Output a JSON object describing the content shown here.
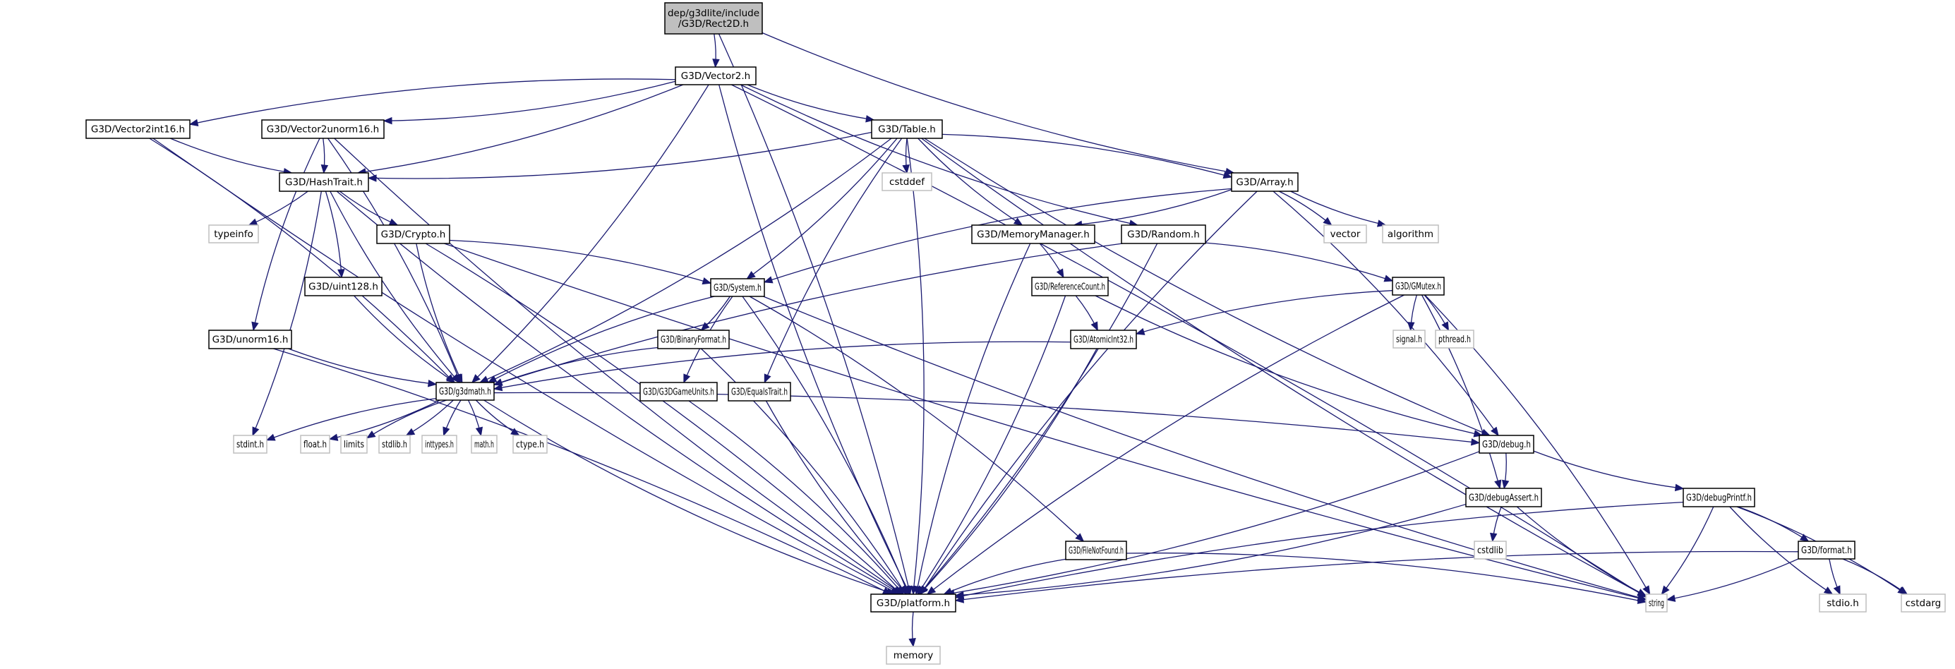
{
  "title": "dep/g3dlite/include/G3D/Rect2D.h include dependency graph",
  "colors": {
    "edge": "#191970",
    "root_fill": "#bfbfbf",
    "root_border": "#000000",
    "local_border": "#000000",
    "system_border": "#bfbfbf",
    "node_fill": "#ffffff"
  },
  "nodes": [
    {
      "id": "rect2d",
      "label": [
        "dep/g3dlite/include",
        "/G3D/Rect2D.h"
      ],
      "kind": "root"
    },
    {
      "id": "vector2",
      "label": [
        "G3D/Vector2.h"
      ],
      "kind": "local"
    },
    {
      "id": "vector2int16",
      "label": [
        "G3D/Vector2int16.h"
      ],
      "kind": "local"
    },
    {
      "id": "vector2unorm16",
      "label": [
        "G3D/Vector2unorm16.h"
      ],
      "kind": "local"
    },
    {
      "id": "table",
      "label": [
        "G3D/Table.h"
      ],
      "kind": "local"
    },
    {
      "id": "hashtrait",
      "label": [
        "G3D/HashTrait.h"
      ],
      "kind": "local"
    },
    {
      "id": "cstddef",
      "label": [
        "cstddef"
      ],
      "kind": "system"
    },
    {
      "id": "array",
      "label": [
        "G3D/Array.h"
      ],
      "kind": "local"
    },
    {
      "id": "typeinfo",
      "label": [
        "typeinfo"
      ],
      "kind": "system"
    },
    {
      "id": "crypto",
      "label": [
        "G3D/Crypto.h"
      ],
      "kind": "local"
    },
    {
      "id": "memorymanager",
      "label": [
        "G3D/MemoryManager.h"
      ],
      "kind": "local"
    },
    {
      "id": "random",
      "label": [
        "G3D/Random.h"
      ],
      "kind": "local"
    },
    {
      "id": "vector",
      "label": [
        "vector"
      ],
      "kind": "system"
    },
    {
      "id": "algorithm",
      "label": [
        "algorithm"
      ],
      "kind": "system"
    },
    {
      "id": "uint128",
      "label": [
        "G3D/uint128.h"
      ],
      "kind": "local"
    },
    {
      "id": "system",
      "label": [
        "G3D/System.h"
      ],
      "kind": "local"
    },
    {
      "id": "referencecount",
      "label": [
        "G3D/ReferenceCount.h"
      ],
      "kind": "local"
    },
    {
      "id": "gmutex",
      "label": [
        "G3D/GMutex.h"
      ],
      "kind": "local"
    },
    {
      "id": "unorm16",
      "label": [
        "G3D/unorm16.h"
      ],
      "kind": "local"
    },
    {
      "id": "binaryformat",
      "label": [
        "G3D/BinaryFormat.h"
      ],
      "kind": "local"
    },
    {
      "id": "atomicint32",
      "label": [
        "G3D/AtomicInt32.h"
      ],
      "kind": "local"
    },
    {
      "id": "signal",
      "label": [
        "signal.h"
      ],
      "kind": "system"
    },
    {
      "id": "pthread",
      "label": [
        "pthread.h"
      ],
      "kind": "system"
    },
    {
      "id": "g3dmath",
      "label": [
        "G3D/g3dmath.h"
      ],
      "kind": "local"
    },
    {
      "id": "g3dgameunits",
      "label": [
        "G3D/G3DGameUnits.h"
      ],
      "kind": "local"
    },
    {
      "id": "equalstrait",
      "label": [
        "G3D/EqualsTrait.h"
      ],
      "kind": "local"
    },
    {
      "id": "stdint",
      "label": [
        "stdint.h"
      ],
      "kind": "system"
    },
    {
      "id": "float",
      "label": [
        "float.h"
      ],
      "kind": "system"
    },
    {
      "id": "limits",
      "label": [
        "limits"
      ],
      "kind": "system"
    },
    {
      "id": "stdlib",
      "label": [
        "stdlib.h"
      ],
      "kind": "system"
    },
    {
      "id": "inttypes",
      "label": [
        "inttypes.h"
      ],
      "kind": "system"
    },
    {
      "id": "math",
      "label": [
        "math.h"
      ],
      "kind": "system"
    },
    {
      "id": "ctype",
      "label": [
        "ctype.h"
      ],
      "kind": "system"
    },
    {
      "id": "debug",
      "label": [
        "G3D/debug.h"
      ],
      "kind": "local"
    },
    {
      "id": "debugassert",
      "label": [
        "G3D/debugAssert.h"
      ],
      "kind": "local"
    },
    {
      "id": "debugprintf",
      "label": [
        "G3D/debugPrintf.h"
      ],
      "kind": "local"
    },
    {
      "id": "cstdlib",
      "label": [
        "cstdlib"
      ],
      "kind": "system"
    },
    {
      "id": "filenotfound",
      "label": [
        "G3D/FileNotFound.h"
      ],
      "kind": "local"
    },
    {
      "id": "format",
      "label": [
        "G3D/format.h"
      ],
      "kind": "local"
    },
    {
      "id": "platform",
      "label": [
        "G3D/platform.h"
      ],
      "kind": "local"
    },
    {
      "id": "string",
      "label": [
        "string"
      ],
      "kind": "system"
    },
    {
      "id": "stdio",
      "label": [
        "stdio.h"
      ],
      "kind": "system"
    },
    {
      "id": "cstdarg",
      "label": [
        "cstdarg"
      ],
      "kind": "system"
    },
    {
      "id": "memory",
      "label": [
        "memory"
      ],
      "kind": "system"
    }
  ],
  "edges": [
    [
      "rect2d",
      "vector2"
    ],
    [
      "rect2d",
      "array"
    ],
    [
      "rect2d",
      "platform"
    ],
    [
      "vector2",
      "vector2int16"
    ],
    [
      "vector2",
      "vector2unorm16"
    ],
    [
      "vector2",
      "table"
    ],
    [
      "vector2",
      "hashtrait"
    ],
    [
      "vector2",
      "random"
    ],
    [
      "vector2",
      "g3dmath"
    ],
    [
      "vector2",
      "platform"
    ],
    [
      "vector2",
      "string"
    ],
    [
      "vector2int16",
      "hashtrait"
    ],
    [
      "vector2int16",
      "g3dmath"
    ],
    [
      "vector2int16",
      "platform"
    ],
    [
      "vector2unorm16",
      "hashtrait"
    ],
    [
      "vector2unorm16",
      "unorm16"
    ],
    [
      "vector2unorm16",
      "g3dmath"
    ],
    [
      "vector2unorm16",
      "platform"
    ],
    [
      "table",
      "hashtrait"
    ],
    [
      "table",
      "cstddef"
    ],
    [
      "table",
      "array"
    ],
    [
      "table",
      "memorymanager"
    ],
    [
      "table",
      "system"
    ],
    [
      "table",
      "equalstrait"
    ],
    [
      "table",
      "g3dmath"
    ],
    [
      "table",
      "debug"
    ],
    [
      "table",
      "platform"
    ],
    [
      "table",
      "string"
    ],
    [
      "hashtrait",
      "typeinfo"
    ],
    [
      "hashtrait",
      "crypto"
    ],
    [
      "hashtrait",
      "uint128"
    ],
    [
      "hashtrait",
      "g3dmath"
    ],
    [
      "hashtrait",
      "stdint"
    ],
    [
      "hashtrait",
      "platform"
    ],
    [
      "array",
      "vector"
    ],
    [
      "array",
      "algorithm"
    ],
    [
      "array",
      "memorymanager"
    ],
    [
      "array",
      "system"
    ],
    [
      "array",
      "debug"
    ],
    [
      "array",
      "platform"
    ],
    [
      "crypto",
      "system"
    ],
    [
      "crypto",
      "g3dmath"
    ],
    [
      "crypto",
      "platform"
    ],
    [
      "crypto",
      "string"
    ],
    [
      "memorymanager",
      "referencecount"
    ],
    [
      "memorymanager",
      "platform"
    ],
    [
      "random",
      "gmutex"
    ],
    [
      "random",
      "g3dmath"
    ],
    [
      "random",
      "platform"
    ],
    [
      "uint128",
      "g3dmath"
    ],
    [
      "system",
      "binaryformat"
    ],
    [
      "system",
      "g3dgameunits"
    ],
    [
      "system",
      "filenotfound"
    ],
    [
      "system",
      "g3dmath"
    ],
    [
      "system",
      "platform"
    ],
    [
      "system",
      "string"
    ],
    [
      "referencecount",
      "atomicint32"
    ],
    [
      "referencecount",
      "debug"
    ],
    [
      "referencecount",
      "platform"
    ],
    [
      "gmutex",
      "signal"
    ],
    [
      "gmutex",
      "pthread"
    ],
    [
      "gmutex",
      "atomicint32"
    ],
    [
      "gmutex",
      "debugassert"
    ],
    [
      "gmutex",
      "platform"
    ],
    [
      "gmutex",
      "string"
    ],
    [
      "unorm16",
      "g3dmath"
    ],
    [
      "unorm16",
      "platform"
    ],
    [
      "binaryformat",
      "g3dmath"
    ],
    [
      "binaryformat",
      "platform"
    ],
    [
      "atomicint32",
      "g3dmath"
    ],
    [
      "atomicint32",
      "platform"
    ],
    [
      "g3dmath",
      "stdint"
    ],
    [
      "g3dmath",
      "float"
    ],
    [
      "g3dmath",
      "limits"
    ],
    [
      "g3dmath",
      "stdlib"
    ],
    [
      "g3dmath",
      "inttypes"
    ],
    [
      "g3dmath",
      "math"
    ],
    [
      "g3dmath",
      "ctype"
    ],
    [
      "g3dmath",
      "debug"
    ],
    [
      "g3dmath",
      "platform"
    ],
    [
      "g3dgameunits",
      "platform"
    ],
    [
      "equalstrait",
      "platform"
    ],
    [
      "debug",
      "debugassert"
    ],
    [
      "debug",
      "debugprintf"
    ],
    [
      "debug",
      "platform"
    ],
    [
      "debugassert",
      "cstdlib"
    ],
    [
      "debugassert",
      "platform"
    ],
    [
      "debugassert",
      "string"
    ],
    [
      "debugprintf",
      "format"
    ],
    [
      "debugprintf",
      "platform"
    ],
    [
      "debugprintf",
      "string"
    ],
    [
      "debugprintf",
      "stdio"
    ],
    [
      "debugprintf",
      "cstdarg"
    ],
    [
      "filenotfound",
      "platform"
    ],
    [
      "filenotfound",
      "string"
    ],
    [
      "format",
      "platform"
    ],
    [
      "format",
      "string"
    ],
    [
      "format",
      "stdio"
    ],
    [
      "format",
      "cstdarg"
    ],
    [
      "platform",
      "memory"
    ]
  ]
}
